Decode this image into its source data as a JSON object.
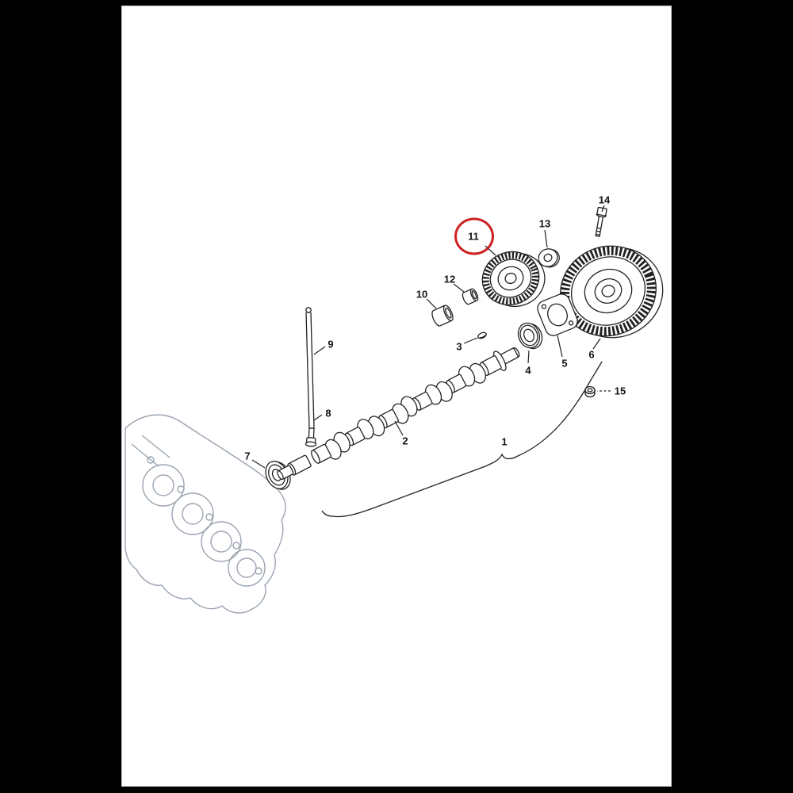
{
  "scene": {
    "background": "#000000",
    "paper_color": "#ffffff",
    "paper_border_color": "#c6c6c6"
  },
  "diagram": {
    "kind": "exploded-parts-diagram",
    "line_color": "#222222",
    "block_line_color": "#9aa4b0",
    "highlight": {
      "label": "11",
      "color": "#cc2222"
    },
    "labels": [
      "1",
      "2",
      "3",
      "4",
      "5",
      "6",
      "7",
      "8",
      "9",
      "10",
      "11",
      "12",
      "13",
      "14",
      "15"
    ]
  }
}
